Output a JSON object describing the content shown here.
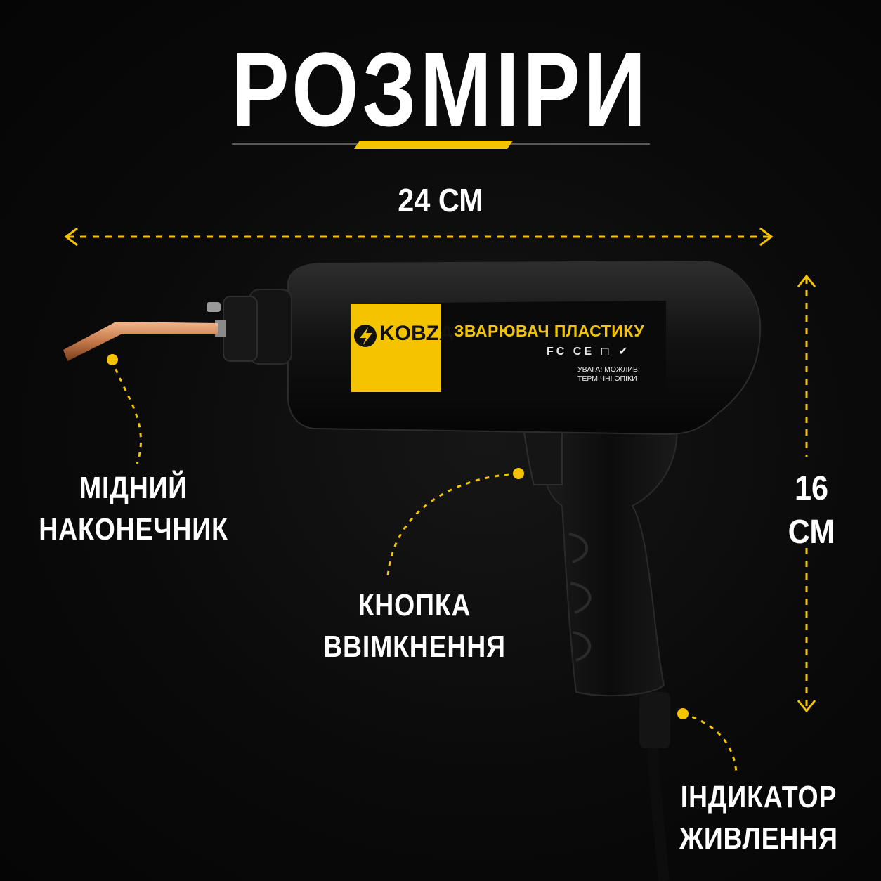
{
  "title": "РОЗМІРИ",
  "dimensions": {
    "width": "24 СМ",
    "height_value": "16",
    "height_unit": "СМ"
  },
  "labels": {
    "tip_line1": "МІДНИЙ",
    "tip_line2": "НАКОНЕЧНИК",
    "button_line1": "КНОПКА",
    "button_line2": "ВВІМКНЕННЯ",
    "indicator_line1": "ІНДИКАТОР",
    "indicator_line2": "ЖИВЛЕННЯ"
  },
  "product": {
    "brand": "KOBZA",
    "name": "ЗВАРЮВАЧ ПЛАСТИКУ",
    "warning_line1": "УВАГА! МОЖЛИВІ",
    "warning_line2": "ТЕРМІЧНІ ОПІКИ",
    "marks": "FC CE ◻ ✔"
  },
  "colors": {
    "accent": "#f5c400",
    "background": "#0b0b0b",
    "text": "#ffffff",
    "copper": "#d08a55"
  }
}
